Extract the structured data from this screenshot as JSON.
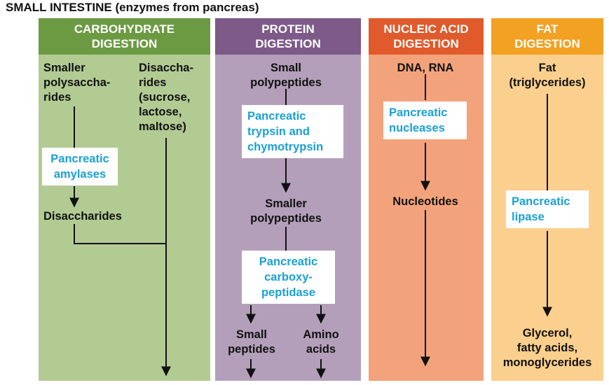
{
  "title": "SMALL INTESTINE (enzymes from pancreas)",
  "columns": {
    "carbohydrate": {
      "heading": [
        "CARBOHYDRATE",
        "DIGESTION"
      ],
      "color": "#6c9a43",
      "substrate_left": [
        "Smaller",
        "polysaccha-",
        "rides"
      ],
      "substrate_right": [
        "Disaccha-",
        "rides",
        "(sucrose,",
        "lactose,",
        "maltose)"
      ],
      "enzyme": [
        "Pancreatic",
        "amylases"
      ],
      "product": "Disaccharides"
    },
    "protein": {
      "heading": [
        "PROTEIN",
        "DIGESTION"
      ],
      "color": "#7d5a88",
      "substrate": [
        "Small",
        "polypeptides"
      ],
      "enzyme1": [
        "Pancreatic",
        "trypsin and",
        "chymotrypsin"
      ],
      "intermediate": [
        "Smaller",
        "polypeptides"
      ],
      "enzyme2": [
        "Pancreatic",
        "carboxy-",
        "peptidase"
      ],
      "product_left": [
        "Small",
        "peptides"
      ],
      "product_right": [
        "Amino",
        "acids"
      ]
    },
    "nucleic": {
      "heading": [
        "NUCLEIC ACID",
        "DIGESTION"
      ],
      "color": "#e05a2b",
      "substrate": "DNA, RNA",
      "enzyme": [
        "Pancreatic",
        "nucleases"
      ],
      "product": "Nucleotides"
    },
    "fat": {
      "heading": [
        "FAT",
        "DIGESTION"
      ],
      "color": "#f3a122",
      "substrate": [
        "Fat",
        "(triglycerides)"
      ],
      "enzyme": [
        "Pancreatic",
        "lipase"
      ],
      "product": [
        "Glycerol,",
        "fatty acids,",
        "monoglycerides"
      ]
    }
  }
}
